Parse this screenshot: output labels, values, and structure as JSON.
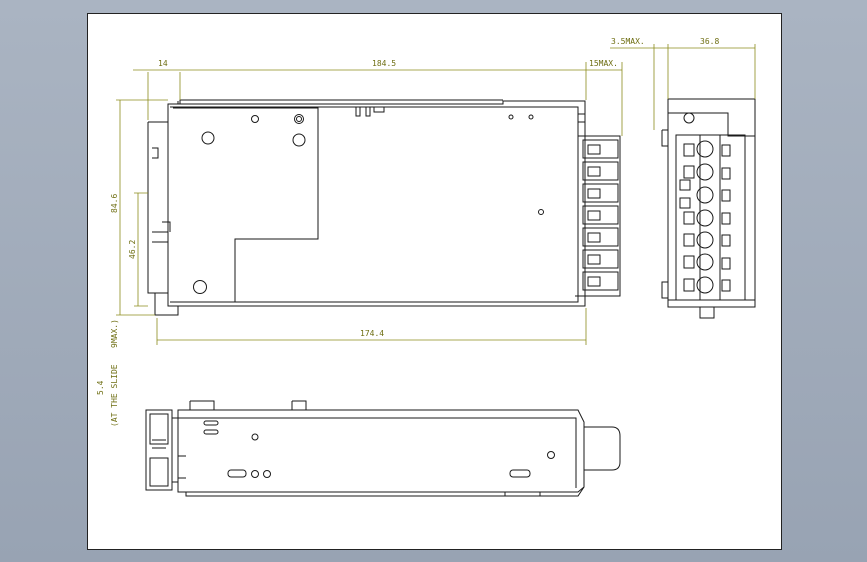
{
  "dimensions": {
    "d14": "14",
    "d184_5": "184.5",
    "d15max": "15MAX.",
    "d3_5max": "3.5MAX.",
    "d36_8": "36.8",
    "d84_6": "84.6",
    "d46_2": "46.2",
    "d174_4": "174.4",
    "d9max": "9MAX.)",
    "d5_4": "5.4",
    "slide_note": "(AT THE SLIDE"
  },
  "colors": {
    "line": "#1a1a1a",
    "dimension": "#8c8c1c",
    "sheet": "#ffffff",
    "background": "#9aa6b6"
  }
}
